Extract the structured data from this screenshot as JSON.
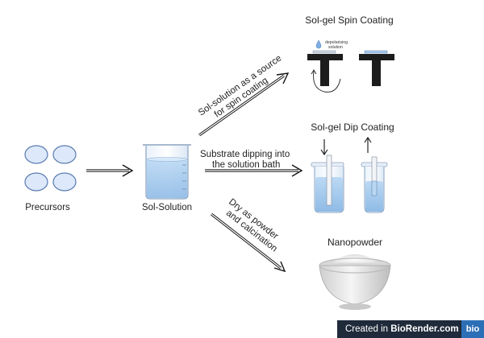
{
  "labels": {
    "precursors": "Precursors",
    "sol_solution": "Sol-Solution",
    "spin_title": "Sol-gel Spin Coating",
    "dip_title": "Sol-gel Dip Coating",
    "nanopowder": "Nanopowder",
    "depolarising_1": "depolarising",
    "depolarising_2": "solution"
  },
  "arrows": {
    "spin_line1": "Sol-solution as a source",
    "spin_line2": "for spin coating",
    "dip_line1": "Substrate dipping into",
    "dip_line2": "the solution bath",
    "powder_line1": "Dry as powder",
    "powder_line2": "and calcination"
  },
  "badge": {
    "prefix": "Created in ",
    "brand": "BioRender.com",
    "logo": "bio"
  },
  "colors": {
    "precursor_fill": "#dde9fb",
    "precursor_stroke": "#5b7bb0",
    "liquid": "#a9cdf0",
    "stand": "#1c1c1c",
    "badge_bg": "#1f2a3a",
    "badge_logo": "#2c6fb7"
  }
}
